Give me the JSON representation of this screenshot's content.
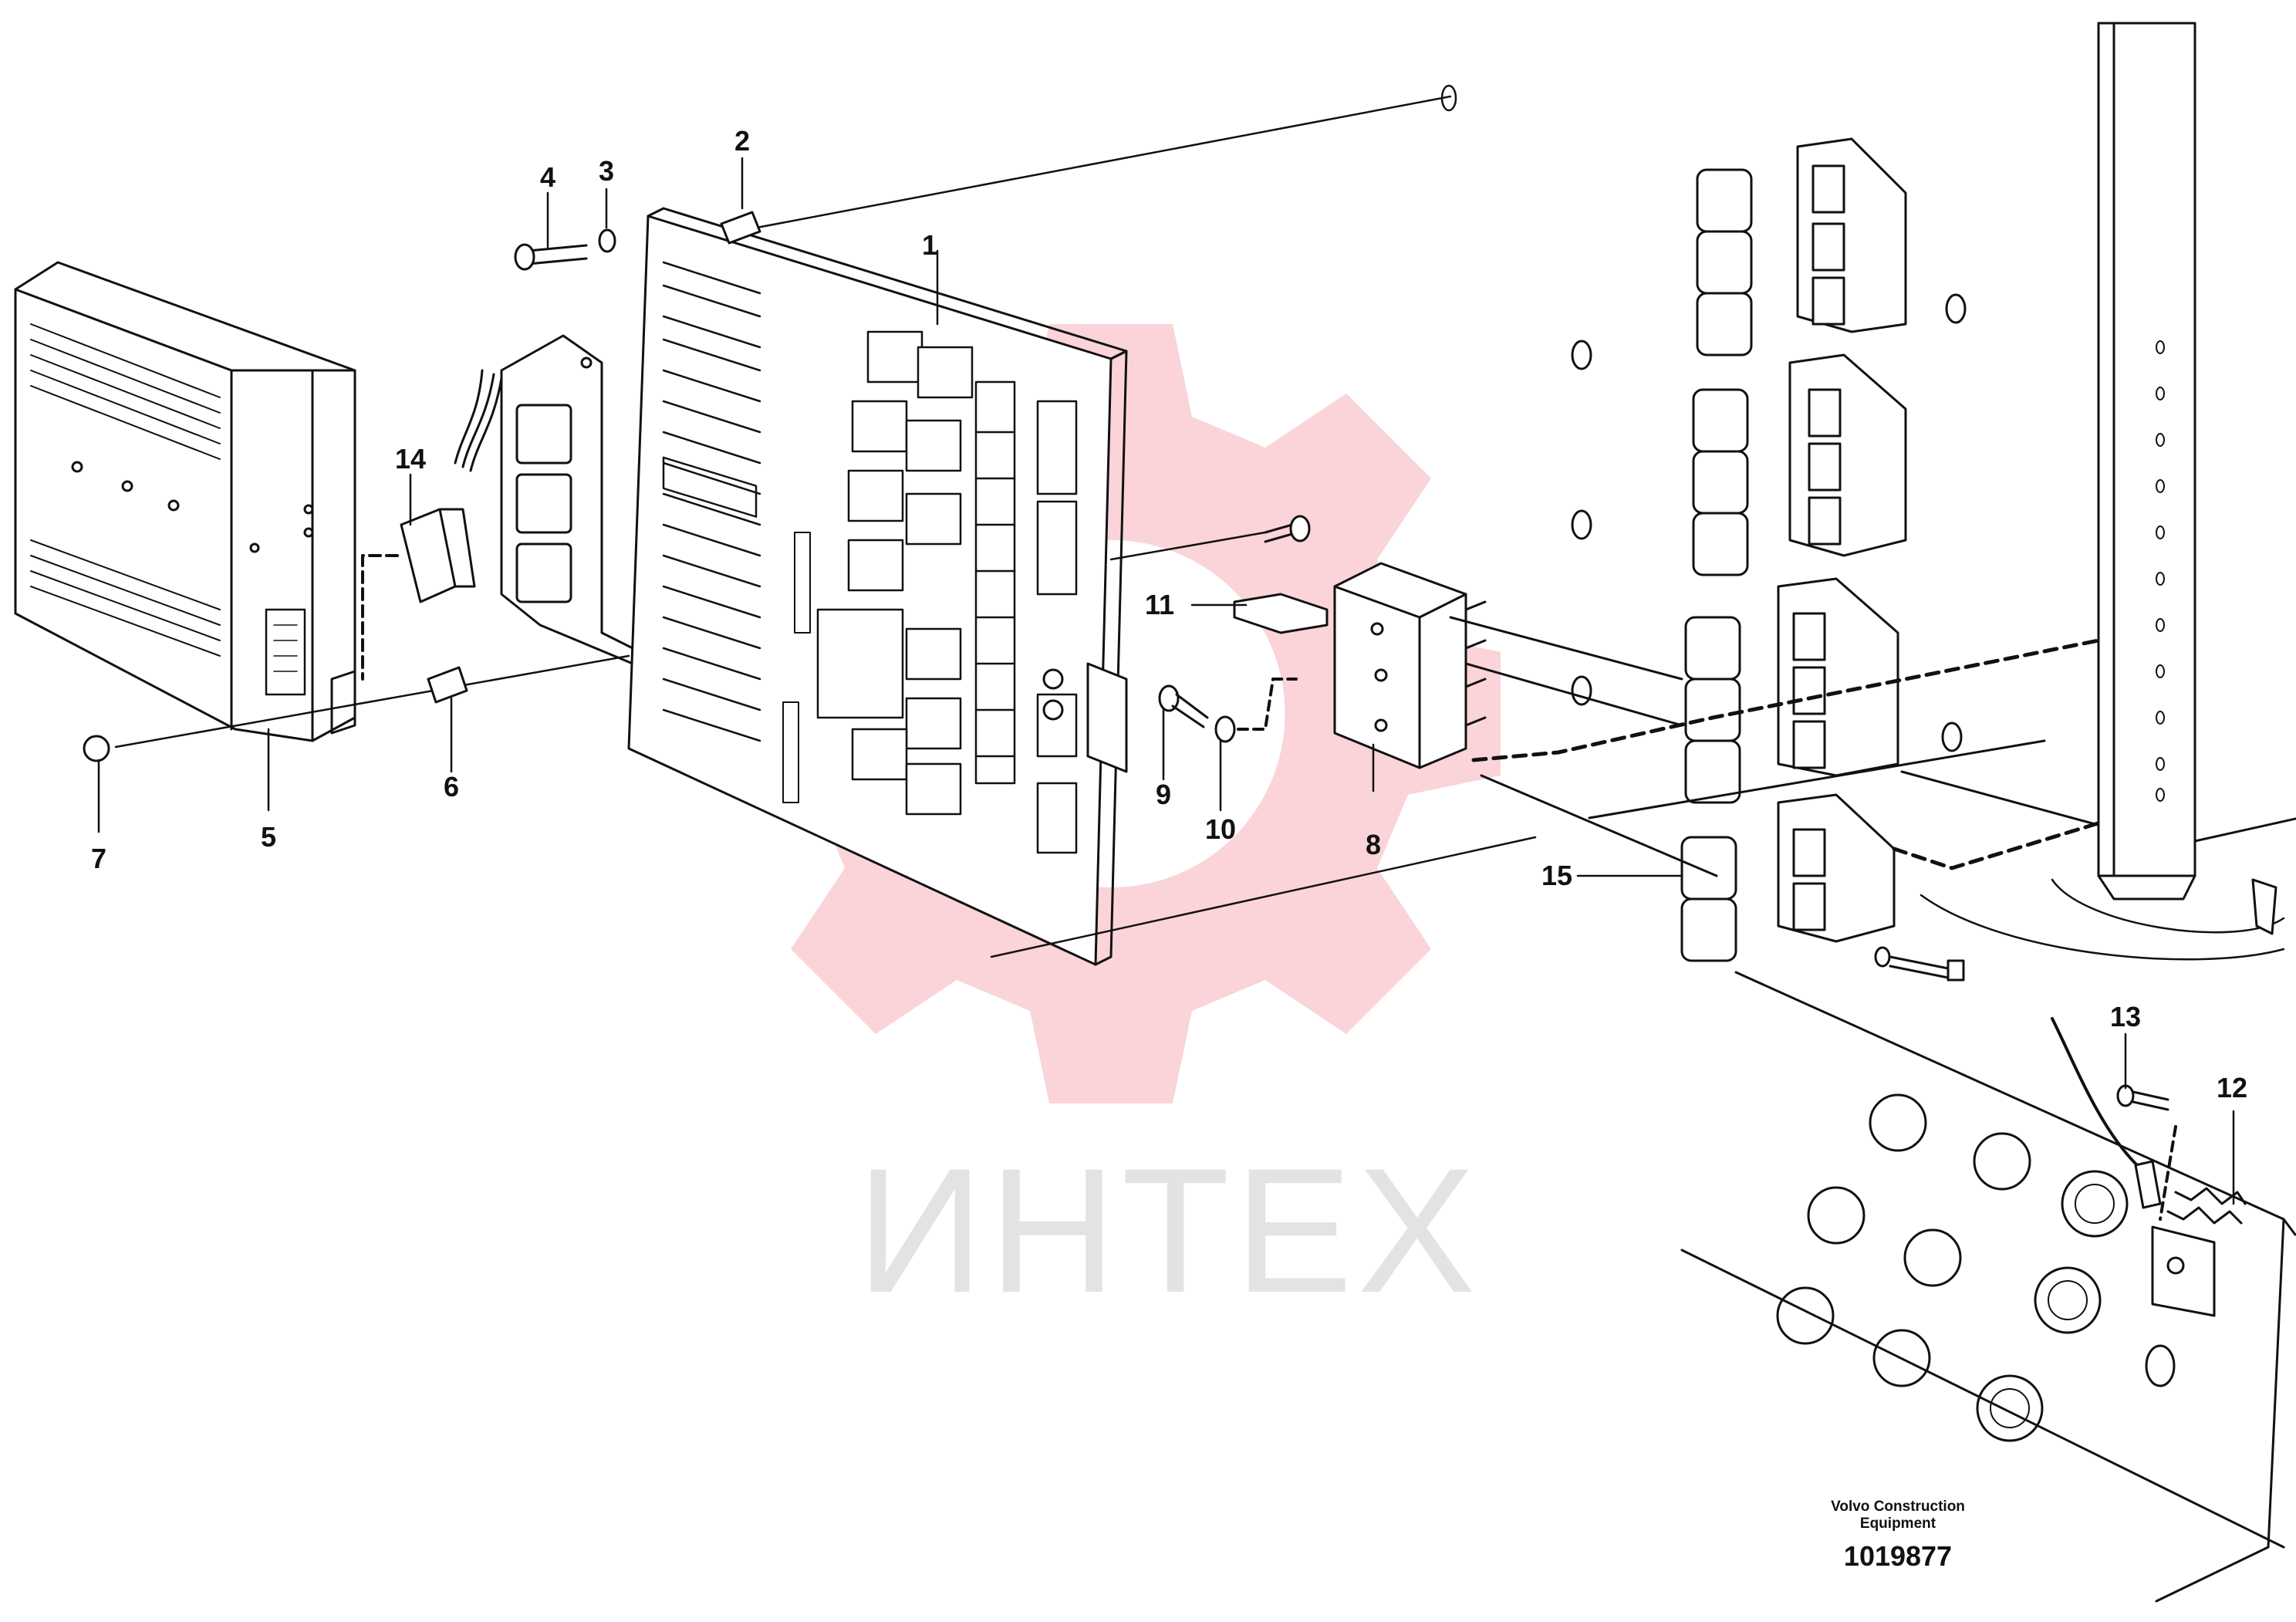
{
  "watermark": {
    "text": "ИНТЕХ",
    "color": "#f5a0a8"
  },
  "credit": {
    "line1": "Volvo Construction",
    "line2": "Equipment",
    "drawing_number": "1019877"
  },
  "callouts": [
    {
      "id": "1",
      "label": "1"
    },
    {
      "id": "2",
      "label": "2"
    },
    {
      "id": "3",
      "label": "3"
    },
    {
      "id": "4",
      "label": "4"
    },
    {
      "id": "5",
      "label": "5"
    },
    {
      "id": "6",
      "label": "6"
    },
    {
      "id": "7",
      "label": "7"
    },
    {
      "id": "8",
      "label": "8"
    },
    {
      "id": "9",
      "label": "9"
    },
    {
      "id": "10",
      "label": "10"
    },
    {
      "id": "11",
      "label": "11"
    },
    {
      "id": "12",
      "label": "12"
    },
    {
      "id": "13",
      "label": "13"
    },
    {
      "id": "14",
      "label": "14"
    },
    {
      "id": "15",
      "label": "15"
    }
  ]
}
